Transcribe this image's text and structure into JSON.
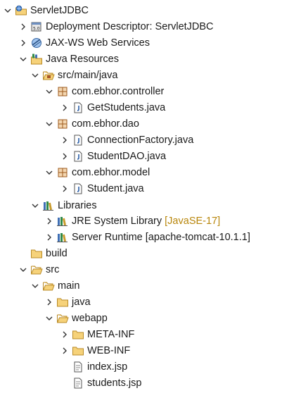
{
  "tree": {
    "project": {
      "label": "ServletJDBC",
      "icon": "web-project-icon"
    },
    "deployment_descriptor": {
      "label": "Deployment Descriptor: ServletJDBC",
      "icon": "deployment-descriptor-icon"
    },
    "jaxws": {
      "label": "JAX-WS Web Services",
      "icon": "web-services-icon"
    },
    "java_resources": {
      "label": "Java Resources",
      "icon": "java-resources-icon"
    },
    "src_main_java": {
      "label": "src/main/java",
      "icon": "source-folder-icon"
    },
    "pkg_controller": {
      "label": "com.ebhor.controller",
      "icon": "package-icon"
    },
    "file_getstudents": {
      "label": "GetStudents.java",
      "icon": "java-file-icon"
    },
    "pkg_dao": {
      "label": "com.ebhor.dao",
      "icon": "package-icon"
    },
    "file_connectionfactory": {
      "label": "ConnectionFactory.java",
      "icon": "java-file-icon"
    },
    "file_studentdao": {
      "label": "StudentDAO.java",
      "icon": "java-file-icon"
    },
    "pkg_model": {
      "label": "com.ebhor.model",
      "icon": "package-icon"
    },
    "file_student": {
      "label": "Student.java",
      "icon": "java-file-icon"
    },
    "libraries": {
      "label": "Libraries",
      "icon": "library-icon"
    },
    "jre": {
      "label": "JRE System Library",
      "decoration": "[JavaSE-17]",
      "icon": "library-icon"
    },
    "server_runtime": {
      "label": "Server Runtime [apache-tomcat-10.1.1]",
      "icon": "library-icon"
    },
    "build": {
      "label": "build",
      "icon": "folder-icon"
    },
    "src": {
      "label": "src",
      "icon": "folder-open-icon"
    },
    "main": {
      "label": "main",
      "icon": "folder-open-icon"
    },
    "java": {
      "label": "java",
      "icon": "folder-icon"
    },
    "webapp": {
      "label": "webapp",
      "icon": "folder-open-icon"
    },
    "meta_inf": {
      "label": "META-INF",
      "icon": "folder-icon"
    },
    "web_inf": {
      "label": "WEB-INF",
      "icon": "folder-icon"
    },
    "index_jsp": {
      "label": "index.jsp",
      "icon": "jsp-file-icon"
    },
    "students_jsp": {
      "label": "students.jsp",
      "icon": "jsp-file-icon"
    }
  },
  "colors": {
    "folder": "#e8b64c",
    "package": "#b5651d",
    "java_file": "#2a5ea8",
    "decoration": "#b8860b",
    "chevron": "#333333"
  }
}
